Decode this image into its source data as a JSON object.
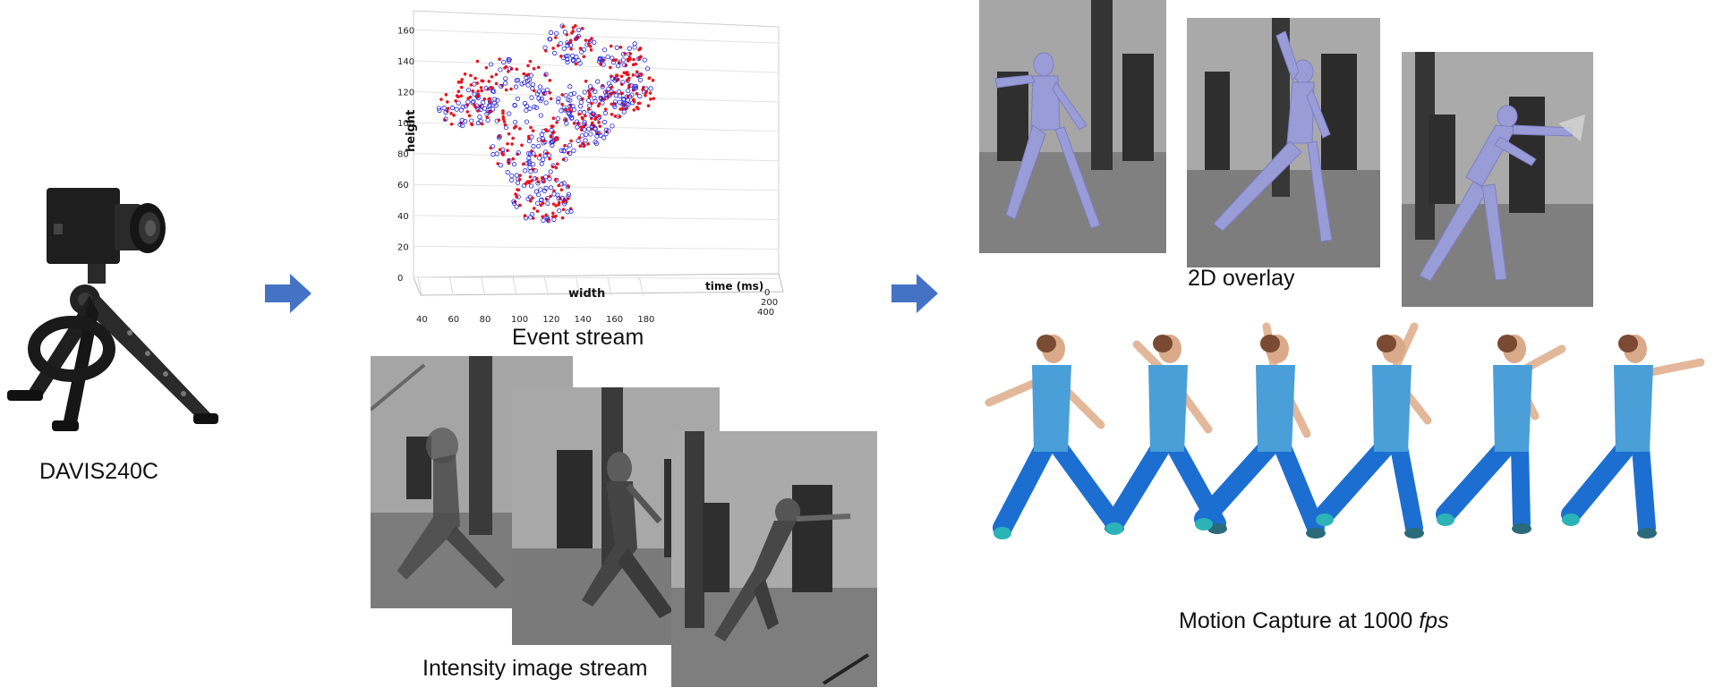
{
  "camera": {
    "label": "DAVIS240C",
    "icon": "event-camera-on-tripod"
  },
  "arrows": {
    "color": "#4472c4",
    "icon": "right-arrow-icon"
  },
  "event_stream": {
    "caption": "Event stream",
    "chart_data": {
      "type": "scatter",
      "xlabel": "width",
      "ylabel": "height",
      "zlabel": "time (ms)",
      "xticks": [
        "40",
        "60",
        "80",
        "100",
        "120",
        "140",
        "160",
        "180"
      ],
      "yticks": [
        "0",
        "20",
        "40",
        "60",
        "80",
        "100",
        "120",
        "140",
        "160"
      ],
      "zticks": [
        "0",
        "200",
        "400"
      ],
      "xlim": [
        40,
        190
      ],
      "ylim": [
        0,
        170
      ],
      "grid": true,
      "series_colors": {
        "positive": "#e8141c",
        "negative": "#2020d8"
      }
    }
  },
  "intensity_stream": {
    "caption": "Intensity image stream"
  },
  "overlay": {
    "caption": "2D overlay",
    "mesh_color": "#9a9cd8"
  },
  "motion_capture": {
    "caption_prefix": "Motion Capture at 1000 ",
    "caption_unit": "fps",
    "shirt_color": "#4a9fd8",
    "pants_color": "#1c6fd0"
  }
}
